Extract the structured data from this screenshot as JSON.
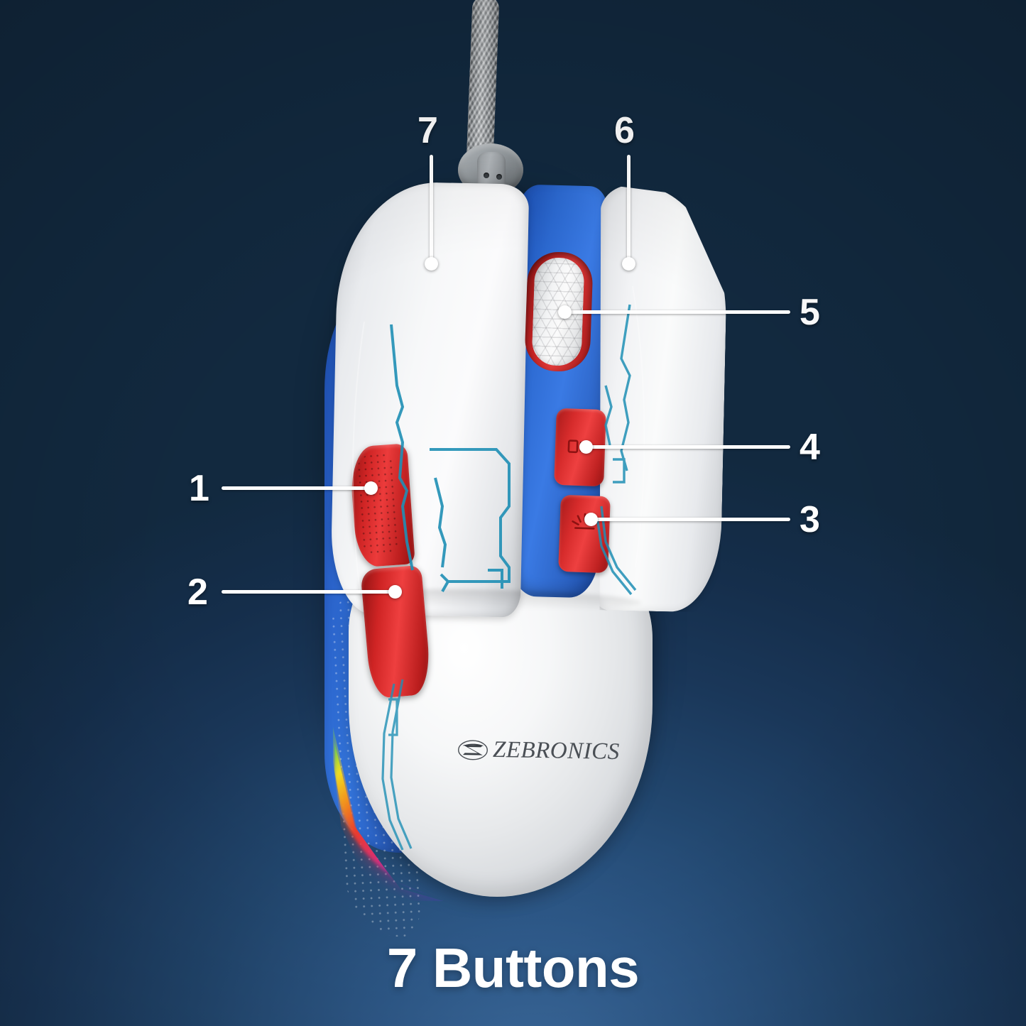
{
  "caption": "7 Buttons",
  "brand": {
    "name": "ZEBRONICS",
    "mark": "zebronics-z-logo"
  },
  "product": {
    "type": "gaming-mouse",
    "colors": {
      "shell_white": "#f7f8f9",
      "accent_blue": "#2f6ad0",
      "accent_red": "#e23a3a",
      "lineart_cyan": "#1f8fb5",
      "cable_gray": "#a9aeb2",
      "background_navy_dark": "#152e4b",
      "background_blue_light": "#3e6fa4"
    },
    "features": [
      "braided-cable",
      "rgb-edge-lighting",
      "textured-side-grip",
      "hexagon-scroll-wheel"
    ]
  },
  "callouts": [
    {
      "id": 1,
      "label": "1",
      "target": "side-button-forward"
    },
    {
      "id": 2,
      "label": "2",
      "target": "side-button-back"
    },
    {
      "id": 3,
      "label": "3",
      "target": "rgb-lighting-button"
    },
    {
      "id": 4,
      "label": "4",
      "target": "dpi-button"
    },
    {
      "id": 5,
      "label": "5",
      "target": "scroll-wheel"
    },
    {
      "id": 6,
      "label": "6",
      "target": "right-click-button"
    },
    {
      "id": 7,
      "label": "7",
      "target": "left-click-button"
    }
  ]
}
